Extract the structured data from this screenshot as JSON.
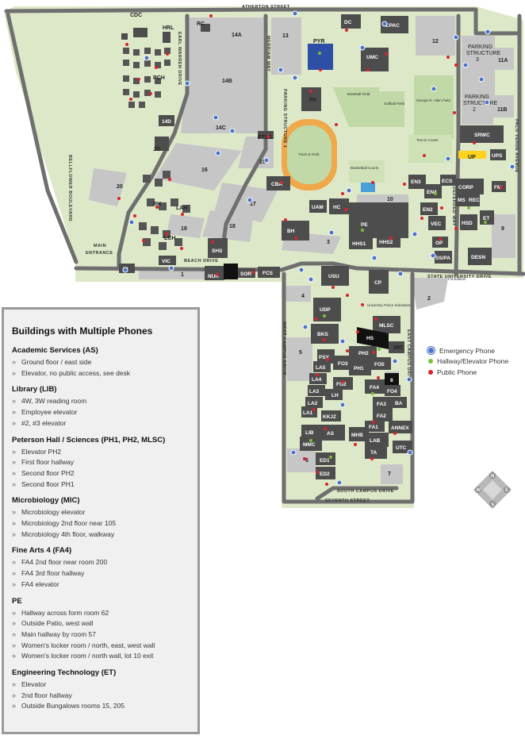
{
  "map": {
    "streets": {
      "north": "ATHERTON STREET",
      "west_boundary": "BELLFLOWER BOULEVARD",
      "earl_warren": "EARL WARREN DRIVE",
      "merriam": "MERRIAM WAY",
      "beach": "BEACH DRIVE",
      "state_univ": "STATE UNIVERSITY DRIVE",
      "palo_verde": "PALO VERDE AVENUE",
      "west_campus": "WEST CAMPUS DRIVE",
      "east_campus": "EAST CAMPUS DRIVE",
      "south_campus": "SOUTH CAMPUS DRIVE",
      "seventh": "SEVENTH STREET",
      "deferred": "DEFERRED WAY",
      "main_entrance_1": "MAIN",
      "main_entrance_2": "ENTRANCE",
      "parking_structure_1": "PARKING STRUCTURE 1"
    },
    "lots": [
      "14A",
      "14B",
      "14C",
      "13",
      "12",
      "11A",
      "11B",
      "16",
      "15",
      "17",
      "18",
      "19",
      "20",
      "10",
      "9",
      "3",
      "1",
      "4",
      "5",
      "6",
      "7",
      "8",
      "2"
    ],
    "fields": {
      "baseball": "Baseball Field",
      "softball": "Softball Field",
      "george_allen": "George R. Allen Field",
      "tennis": "Tennis Courts",
      "basketball": "Basketball Courts",
      "track": "Track & Field"
    },
    "structures": {
      "ps3_1": "PARKING",
      "ps3_2": "STRUCTURE",
      "ps3_3": "3",
      "ps2_1": "PARKING",
      "ps2_2": "STRUCTURE",
      "ps2_3": "2"
    },
    "police": "University Police Substation",
    "foundation": "Foundation",
    "buildings": [
      "CDC",
      "HRL",
      "RC",
      "DC",
      "CPAC",
      "PYR",
      "UMC",
      "PA",
      "PCH",
      "14D",
      "JG",
      "PTES",
      "CBA",
      "SRWC",
      "UP",
      "UPS",
      "EN3",
      "EN4",
      "ECS",
      "CORP",
      "FM",
      "MS",
      "REC",
      "EN2",
      "ET",
      "HSD",
      "VEC",
      "OP",
      "SS/PA",
      "DESN",
      "HC",
      "UAM",
      "PE",
      "HHS1",
      "HHS2",
      "BH",
      "RH",
      "LAH",
      "LCH",
      "SHS",
      "VIC",
      "IN",
      "NUR",
      "SOR",
      "FCS",
      "USU",
      "CP",
      "UDP",
      "MLSC",
      "BKS",
      "HS",
      "MIC",
      "PSY",
      "PH2",
      "FO3",
      "PH1",
      "FO5",
      "LA5",
      "LA4",
      "FO2",
      "FA4",
      "FO4",
      "LA3",
      "LH",
      "LA2",
      "FA3",
      "BA",
      "FA2",
      "LA1",
      "KKJZ",
      "FA1",
      "ANNEX",
      "LIB",
      "AS",
      "MHB",
      "LAB",
      "MMC",
      "TA",
      "UTC",
      "ED1",
      "ED2"
    ],
    "compass": {
      "n": "N",
      "e": "E",
      "s": "S",
      "w": "W"
    }
  },
  "legend": {
    "emergency": "Emergency Phone",
    "hallway": "Hallway/Elevator Phone",
    "public": "Public Phone"
  },
  "colors": {
    "emergency": "#4a73c9",
    "hallway": "#7bbf3a",
    "public": "#d8242c",
    "campus": "#dde8c8",
    "lot": "#c6c6c6",
    "road": "#6f6f6f",
    "building": "#4d4d4d"
  },
  "panel": {
    "title": "Buildings with Multiple Phones",
    "groups": [
      {
        "title": "Academic Services (AS)",
        "items": [
          "Ground floor / east side",
          "Elevator, no public access, see desk"
        ]
      },
      {
        "title": "Library (LIB)",
        "items": [
          "4W, 3W reading room",
          "Employee elevator",
          "#2, #3 elevator"
        ]
      },
      {
        "title": "Peterson Hall / Sciences (PH1, PH2, MLSC)",
        "items": [
          "Elevator PH2",
          "First floor hallway",
          "Second floor PH2",
          "Second floor PH1"
        ]
      },
      {
        "title": "Microbiology (MIC)",
        "items": [
          "Microbiology elevator",
          "Microbiology 2nd floor near 105",
          "Microbiology 4th floor, walkway"
        ]
      },
      {
        "title": "Fine Arts 4 (FA4)",
        "items": [
          "FA4 2nd floor near room 200",
          "FA4 3rd floor hallway",
          "FA4 elevator"
        ]
      },
      {
        "title": "PE",
        "items": [
          "Hallway across form room 62",
          "Outside Patio, west wall",
          "Main hallway by room 57",
          "Women's locker room / north, east, west wall",
          "Women's locker room / north wall, lot 10 exit"
        ]
      },
      {
        "title": "Engineering Technology (ET)",
        "items": [
          "Elevator",
          "2nd floor hallway",
          "Outside Bungalows rooms 15, 205"
        ]
      }
    ]
  }
}
